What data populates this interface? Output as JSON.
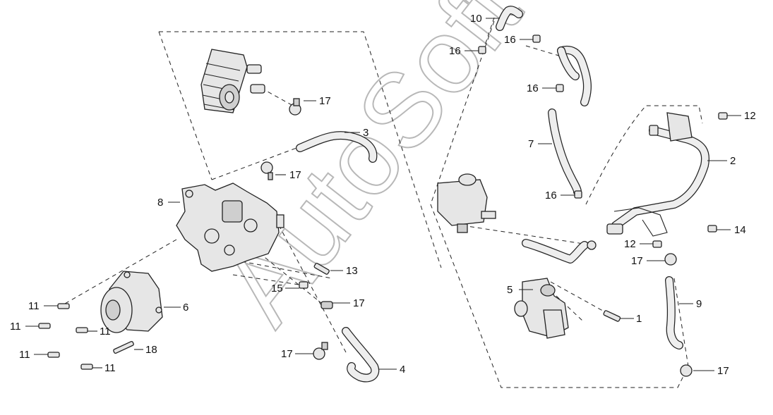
{
  "watermark": "AutoSoft",
  "callouts": {
    "c1": "1",
    "c2": "2",
    "c3": "3",
    "c4": "4",
    "c5": "5",
    "c6": "6",
    "c7": "7",
    "c8": "8",
    "c9": "9",
    "c10": "10",
    "c11a": "11",
    "c11b": "11",
    "c11c": "11",
    "c11d": "11",
    "c11e": "11",
    "c12a": "12",
    "c12b": "12",
    "c13": "13",
    "c14": "14",
    "c15": "15",
    "c16a": "16",
    "c16b": "16",
    "c16c": "16",
    "c16d": "16",
    "c17a": "17",
    "c17b": "17",
    "c17c": "17",
    "c17d": "17",
    "c17e": "17",
    "c17f": "17",
    "c18": "18"
  }
}
